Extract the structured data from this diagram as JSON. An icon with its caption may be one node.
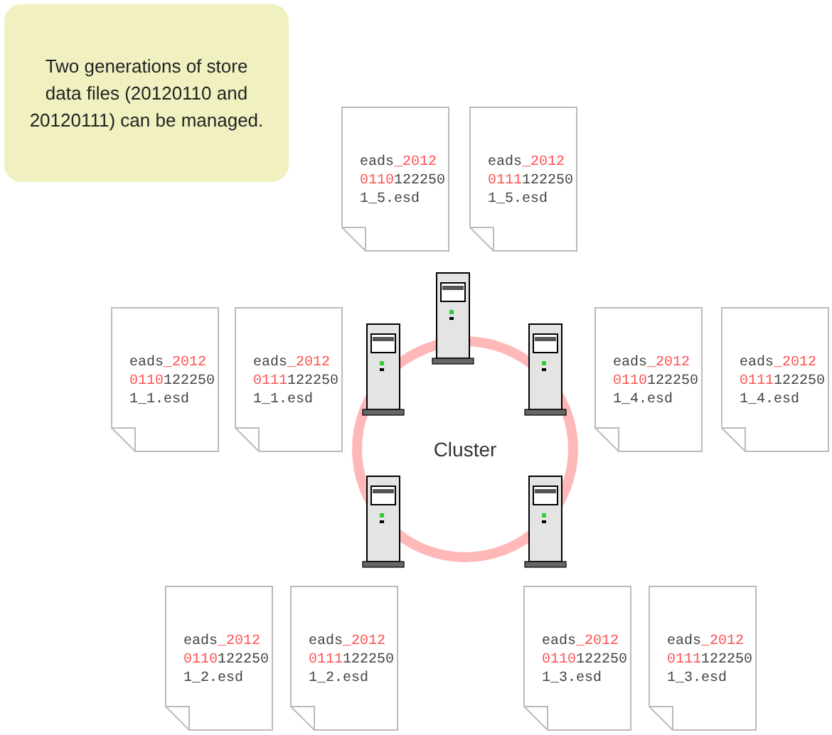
{
  "diagram": {
    "nodes": [
      {
        "text": [
          "Two generations of store data files (20120110 and 20120111) can be managed."
        ]
      },
      {
        "text": [
          "eads_201201101222501_5.esd"
        ]
      },
      {
        "text": [
          "eads_201201111222501_5.esd"
        ]
      },
      {
        "text": [
          "eads_201201101222501_1.esd"
        ]
      },
      {
        "text": [
          "eads_201201111222501_1.esd"
        ]
      },
      {
        "text": [
          "eads_201201101222501_4.esd"
        ]
      },
      {
        "text": [
          "eads_201201111222501_4.esd"
        ]
      },
      {
        "text": [
          "Cluster"
        ]
      },
      {
        "text": [
          "eads_201201101222501_2.esd"
        ]
      },
      {
        "text": [
          "eads_201201111222501_2.esd"
        ]
      },
      {
        "text": [
          "eads_201201101222501_3.esd"
        ]
      },
      {
        "text": [
          "eads_201201111222501_3.esd"
        ]
      }
    ]
  }
}
